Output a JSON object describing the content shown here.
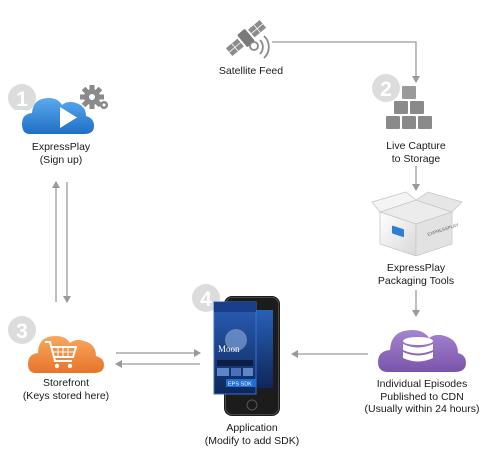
{
  "nodes": {
    "satellite": {
      "label": "Satellite Feed",
      "icon": "satellite-icon"
    },
    "signup": {
      "step": "1",
      "label_line1": "ExpressPlay",
      "label_line2": "(Sign up)",
      "icon": "cloud-play-gear-icon"
    },
    "capture": {
      "step": "2",
      "label_line1": "Live Capture",
      "label_line2": "to Storage",
      "icon": "storage-boxes-icon"
    },
    "packaging": {
      "label_line1": "ExpressPlay",
      "label_line2": "Packaging Tools",
      "box_text": "EXPRESSPLAY",
      "icon": "package-box-icon"
    },
    "storefront": {
      "step": "3",
      "label_line1": "Storefront",
      "label_line2": "(Keys stored here)",
      "icon": "shopping-cart-cloud-icon"
    },
    "application": {
      "step": "4",
      "label_line1": "Application",
      "label_line2": "(Modify to add SDK)",
      "screen_title": "Moon",
      "screen_sdk": "EPS SDK",
      "icon": "smartphone-icon"
    },
    "episodes": {
      "label_line1": "Individual Episodes",
      "label_line2": "Published to CDN",
      "label_line3": "(Usually within 24 hours)",
      "icon": "database-cloud-icon"
    }
  },
  "colors": {
    "blue": "#2a7fd4",
    "orange": "#f08a3a",
    "purple": "#8a64b8",
    "gray_icon": "#8a8a8a",
    "arrow": "#9a9a9a",
    "step_circle": "#d9d9d9"
  }
}
